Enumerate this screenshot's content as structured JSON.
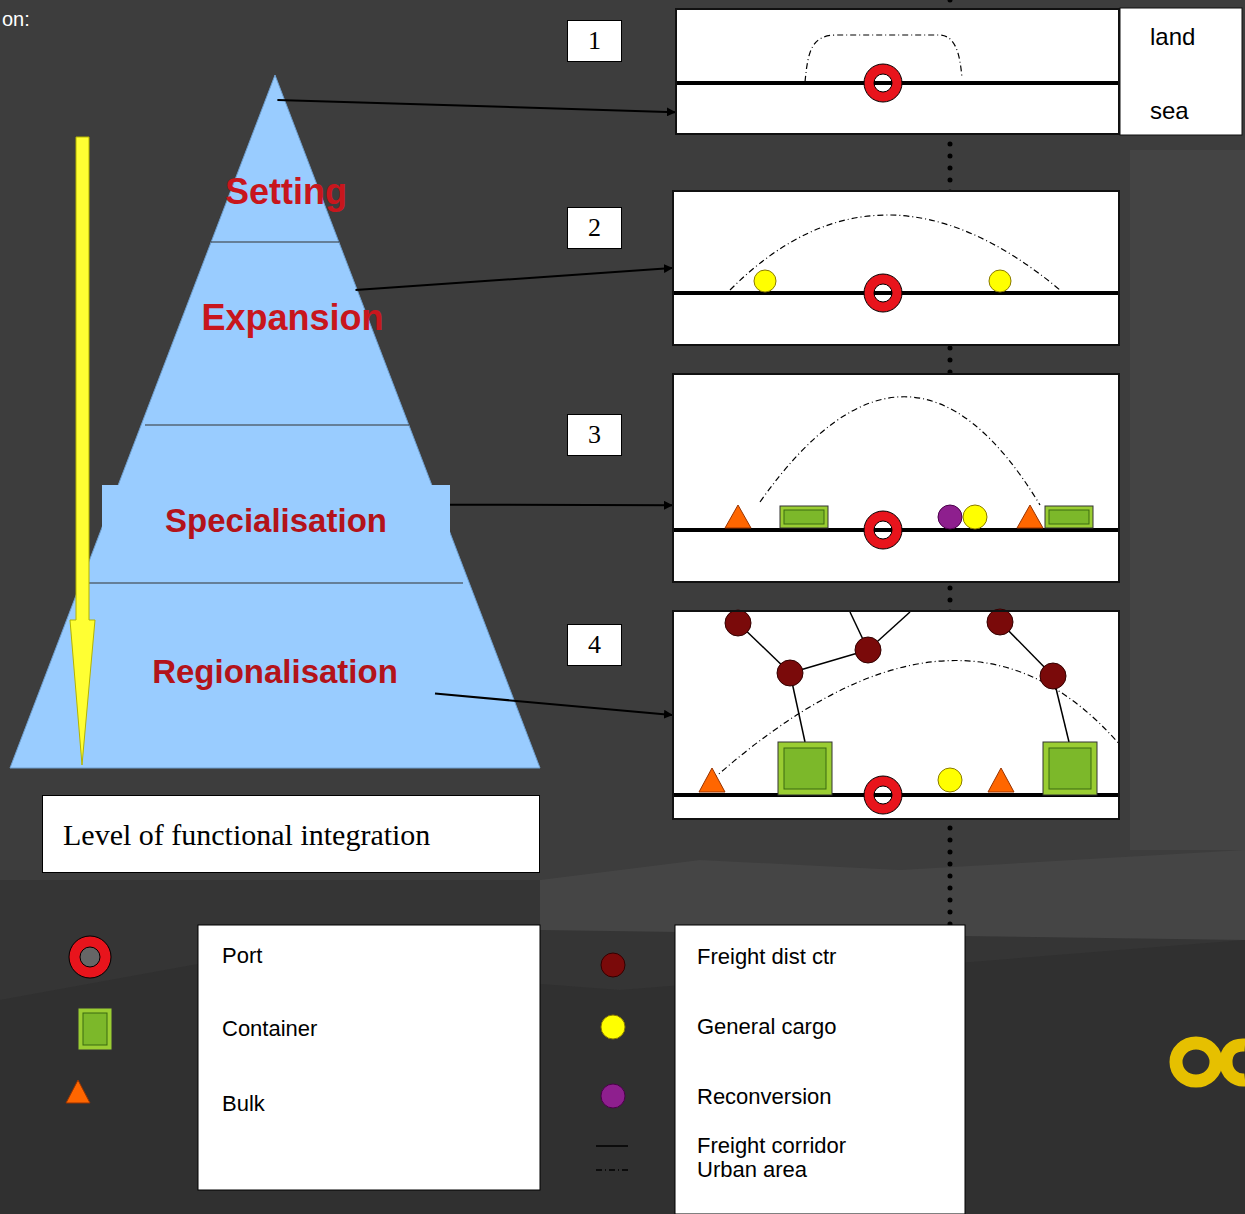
{
  "diagram": {
    "nodes": [
      {
        "text": [
          "Setting"
        ]
      },
      {
        "text": [
          "Expansion"
        ]
      },
      {
        "text": [
          "Specialisation"
        ]
      },
      {
        "text": [
          "Regionalisation"
        ]
      },
      {
        "text": [
          "Level of functional integration"
        ]
      },
      {
        "text": [
          "1"
        ]
      },
      {
        "text": [
          "2"
        ]
      },
      {
        "text": [
          "3"
        ]
      },
      {
        "text": [
          "4"
        ]
      }
    ],
    "edges": [
      {
        "from": 0,
        "to": 5,
        "arrow": "to"
      },
      {
        "from": 1,
        "to": 6,
        "arrow": "to"
      },
      {
        "from": 2,
        "to": 7,
        "arrow": "to"
      },
      {
        "from": 3,
        "to": 8,
        "arrow": "to"
      }
    ],
    "labels": [
      "on:",
      "land",
      "sea"
    ],
    "legend": [
      {
        "text": "Port"
      },
      {
        "text": "Container"
      },
      {
        "text": "Bulk"
      },
      {
        "text": "Freight dist ctr"
      },
      {
        "text": "General cargo"
      },
      {
        "text": "Reconversion"
      },
      {
        "text": "Freight corridor"
      },
      {
        "text": "Urban area"
      }
    ]
  }
}
